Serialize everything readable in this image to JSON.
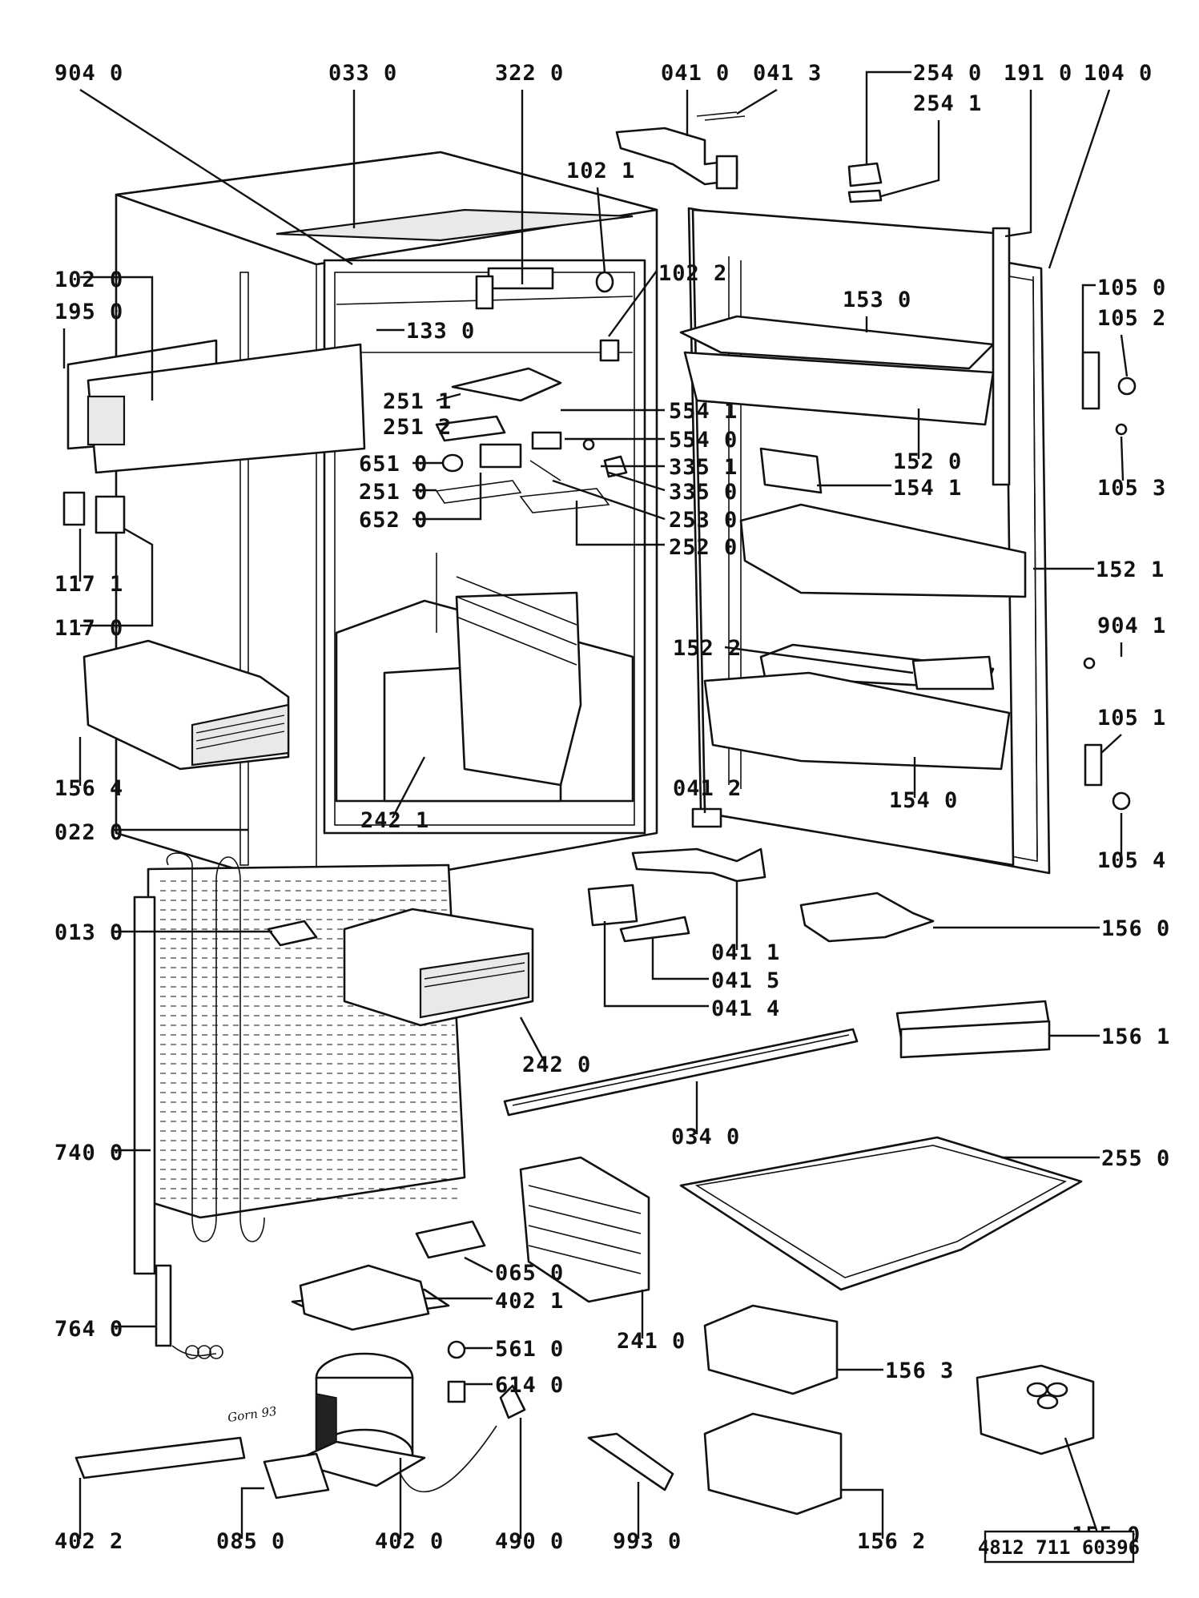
{
  "labels": [
    {
      "id": "9040",
      "text": "904 0"
    },
    {
      "id": "0330",
      "text": "033 0"
    },
    {
      "id": "3220",
      "text": "322 0"
    },
    {
      "id": "0410",
      "text": "041 0"
    },
    {
      "id": "0413",
      "text": "041 3"
    },
    {
      "id": "2540",
      "text": "254 0"
    },
    {
      "id": "2541",
      "text": "254 1"
    },
    {
      "id": "1910",
      "text": "191 0"
    },
    {
      "id": "1040",
      "text": "104 0"
    },
    {
      "id": "1021",
      "text": "102 1"
    },
    {
      "id": "1020",
      "text": "102 0"
    },
    {
      "id": "1950",
      "text": "195 0"
    },
    {
      "id": "1022",
      "text": "102 2"
    },
    {
      "id": "1330",
      "text": "133 0"
    },
    {
      "id": "1530",
      "text": "153 0"
    },
    {
      "id": "1050",
      "text": "105 0"
    },
    {
      "id": "1052",
      "text": "105 2"
    },
    {
      "id": "2511",
      "text": "251 1"
    },
    {
      "id": "2512",
      "text": "251 2"
    },
    {
      "id": "5541",
      "text": "554 1"
    },
    {
      "id": "5540",
      "text": "554 0"
    },
    {
      "id": "6510",
      "text": "651 0"
    },
    {
      "id": "3351",
      "text": "335 1"
    },
    {
      "id": "3350",
      "text": "335 0"
    },
    {
      "id": "2510",
      "text": "251 0"
    },
    {
      "id": "6520",
      "text": "652 0"
    },
    {
      "id": "2530",
      "text": "253 0"
    },
    {
      "id": "2520",
      "text": "252 0"
    },
    {
      "id": "1520",
      "text": "152 0"
    },
    {
      "id": "1541",
      "text": "154 1"
    },
    {
      "id": "1053",
      "text": "105 3"
    },
    {
      "id": "1171",
      "text": "117 1"
    },
    {
      "id": "1170",
      "text": "117 0"
    },
    {
      "id": "1521",
      "text": "152 1"
    },
    {
      "id": "9041",
      "text": "904 1"
    },
    {
      "id": "1522",
      "text": "152 2"
    },
    {
      "id": "1051",
      "text": "105 1"
    },
    {
      "id": "1564",
      "text": "156 4"
    },
    {
      "id": "2421",
      "text": "242 1"
    },
    {
      "id": "1540",
      "text": "154 0"
    },
    {
      "id": "0412",
      "text": "041 2"
    },
    {
      "id": "1054",
      "text": "105 4"
    },
    {
      "id": "0220",
      "text": "022 0"
    },
    {
      "id": "0411",
      "text": "041 1"
    },
    {
      "id": "0130",
      "text": "013 0"
    },
    {
      "id": "1560",
      "text": "156 0"
    },
    {
      "id": "0415",
      "text": "041 5"
    },
    {
      "id": "0414",
      "text": "041 4"
    },
    {
      "id": "1561",
      "text": "156 1"
    },
    {
      "id": "2420",
      "text": "242 0"
    },
    {
      "id": "0340",
      "text": "034 0"
    },
    {
      "id": "7400",
      "text": "740 0"
    },
    {
      "id": "2550",
      "text": "255 0"
    },
    {
      "id": "0650",
      "text": "065 0"
    },
    {
      "id": "4021",
      "text": "402 1"
    },
    {
      "id": "2410",
      "text": "241 0"
    },
    {
      "id": "7640",
      "text": "764 0"
    },
    {
      "id": "5610",
      "text": "561 0"
    },
    {
      "id": "1563",
      "text": "156 3"
    },
    {
      "id": "6140",
      "text": "614 0"
    },
    {
      "id": "1550",
      "text": "155 0"
    },
    {
      "id": "4022",
      "text": "402 2"
    },
    {
      "id": "0850",
      "text": "085 0"
    },
    {
      "id": "4020",
      "text": "402 0"
    },
    {
      "id": "4900",
      "text": "490 0"
    },
    {
      "id": "9930",
      "text": "993 0"
    },
    {
      "id": "1562",
      "text": "156 2"
    }
  ],
  "document_number": "4812 711 60396",
  "signature": "Gorn 93"
}
